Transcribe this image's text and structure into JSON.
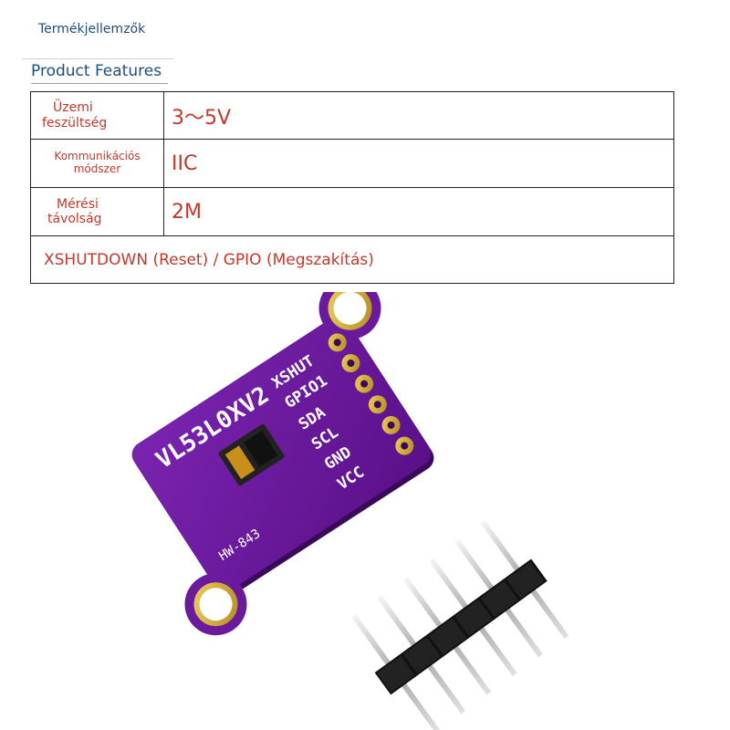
{
  "header": {
    "title_hu": "Termékjellemzők",
    "title_en": "Product Features"
  },
  "specs": [
    {
      "label_line1": "Üzemi",
      "label_line2": "feszültség",
      "value": "3～5V"
    },
    {
      "label_line1": "Kommunikációs",
      "label_line2": "módszer",
      "value": "IIC"
    },
    {
      "label_line1": "Mérési",
      "label_line2": "távolság",
      "value": "2M"
    }
  ],
  "note": "XSHUTDOWN (Reset) / GPIO (Megszakítás)",
  "board": {
    "model": "VL53L0XV2",
    "part_no": "HW-843",
    "pins": [
      "XSHUT",
      "GPIO1",
      "SDA",
      "SCL",
      "GND",
      "VCC"
    ],
    "pcb_color": "#6a1a9a",
    "pad_color": "#d8b43a"
  }
}
